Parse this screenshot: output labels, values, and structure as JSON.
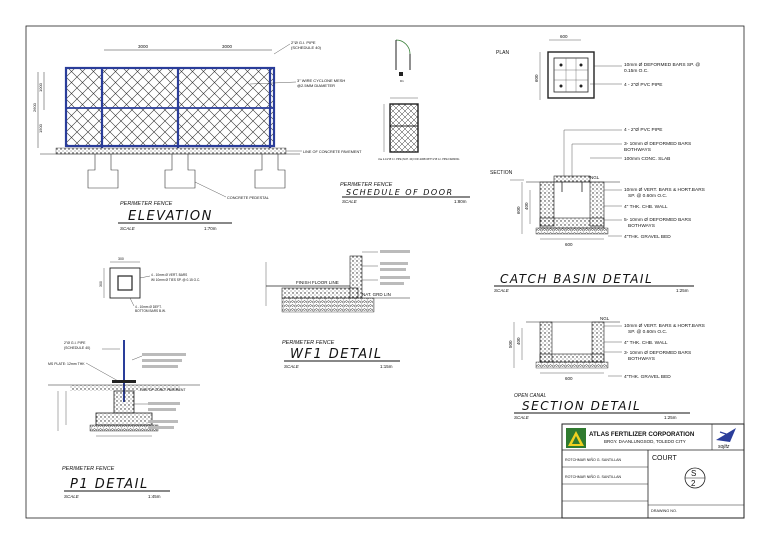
{
  "elevation": {
    "label": "PERIMETER FENCE",
    "title": "ELEVATION",
    "scale_label": "SCALE",
    "scale": "1:70m",
    "dim_top_1": "3000",
    "dim_top_2": "3000",
    "dim_side_1": "1000",
    "dim_side_2": "2600",
    "dim_side_3": "1500",
    "note_pipe": "2\"Ø G.I. PIPE",
    "note_pipe_2": "(SCHEDULE 40)",
    "note_mesh": "3\" WIRE CYCLONE MESH",
    "note_mesh_2": "@2.5MM DIAMETER",
    "note_pavement": "LINE OF CONCRETE PAVEMENT",
    "note_pedestal": "CONCRETE PEDESTAL"
  },
  "door": {
    "label": "PERIMETER FENCE",
    "title": "SCHEDULE OF DOOR",
    "scale_label": "SCALE",
    "scale": "1:80m",
    "tag": "D1",
    "note": "Use 2-1/2\"Ø C.I. PIPE (SCH. 40) FOR JAMB WITH 2\"Ø G.I. PIPE FRAMING"
  },
  "plan": {
    "label": "PLAN",
    "dim_top": "600",
    "dim_side": "600",
    "note_bars": "10mm Ø  DEFORMED BARS SP. @",
    "note_bars_2": "0.15m O.C.",
    "note_pvc": "4 - 2\"Ø  PVC PIPE"
  },
  "catch_basin": {
    "section_label": "SECTION",
    "ngl": "NGL",
    "dim_h1": "400",
    "dim_h2": "600",
    "dim_w": "600",
    "notes": [
      "4 - 2\"Ø  PVC PIPE",
      "3- 10mm Ø DEFORMED BARS",
      "BOTHWAYS",
      "100mm CONC. SLAB",
      "10mm Ø VERT. BARS & HORT.BARS",
      "SP. @ 0.60m O.C.",
      "4\" THK. CHB. WALL",
      "5- 10mm Ø DEFORMED BARS",
      "BOTHWAYS",
      "4\"THK. GRAVEL BED"
    ],
    "title": "CATCH BASIN DETAIL",
    "scale_label": "SCALE",
    "scale": "1:25m"
  },
  "canal": {
    "ngl": "NGL",
    "dim_h1": "400",
    "dim_h2": "500",
    "dim_w": "600",
    "notes": [
      "10mm Ø VERT. BARS & HORT.BARS",
      "SP. @ 0.60m O.C.",
      "4\" THK. CHB. WALL",
      "3- 10mm Ø DEFORMED BARS",
      "BOTHWAYS",
      "4\"THK. GRAVEL BED"
    ],
    "label": "OPEN CANAL",
    "title": "SECTION DETAIL",
    "scale_label": "SCALE",
    "scale": "1:25m"
  },
  "wf1": {
    "label": "PERIMETER FENCE",
    "title": "WF1 DETAIL",
    "scale_label": "SCALE",
    "scale": "1:15m",
    "note_floor": "FINISH FLOOR LINE",
    "note_ngl": "NAT. GRD LIN"
  },
  "p1": {
    "label": "PERIMETER FENCE",
    "title": "P1 DETAIL",
    "scale_label": "SCALE",
    "scale": "1:45m",
    "note_pipe": "2\"Ø G.I. PIPE",
    "note_pipe_2": "(SCHEDULE 40)",
    "note_plate": "MS PLATE: 12mm THK",
    "note_pavement": "LINE OF CONC. PAVEMENT",
    "plan_dim_1": "300",
    "plan_dim_2": "300",
    "plan_note_1": "4 - 10mm Ø VERT. BARS",
    "plan_note_2": "W/ 10mm Ø TIES SP. @ 0.15 O.C.",
    "plan_note_3": "4 - 10mm Ø DEFT.",
    "plan_note_4": "BOTTOM BARS B.W."
  },
  "title_block": {
    "company": "ATLAS FERTILIZER CORPORATION",
    "address": "BRGY. DAANLUNGSOD, TOLEDO CITY",
    "sojitz": "sojitz",
    "row_1": "ROTCHMAR NIÑO G. SANTILLAN",
    "row_2": "ROTCHMAR NIÑO G. SANTILLAN",
    "project": "COURT",
    "sheet_letter": "S",
    "sheet_number": "2",
    "drawing_no_label": "DRAWING NO."
  },
  "colors": {
    "fence": "#2a3d9a",
    "ink": "#111111",
    "logo_green": "#2f7a2f",
    "logo_yellow": "#f0d020"
  }
}
